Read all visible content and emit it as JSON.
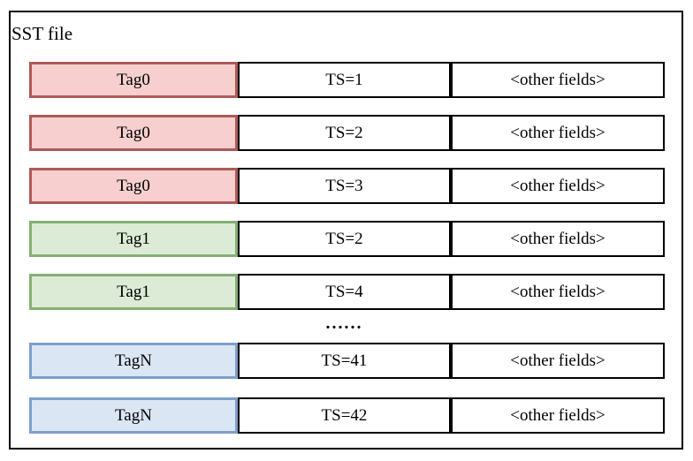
{
  "diagram": {
    "title": "SST file",
    "ellipsis": "......",
    "colors": {
      "outer_border": "#000000",
      "plain_cell_border": "#000000",
      "plain_cell_fill": "#ffffff",
      "tag0_fill": "#f6cfce",
      "tag0_border": "#ae5a57",
      "tag1_fill": "#dcebd5",
      "tag1_border": "#86af74",
      "tagN_fill": "#dbe6f5",
      "tagN_border": "#7e9ecb"
    },
    "rows": [
      {
        "tag": "Tag0",
        "ts": "TS=1",
        "other": "<other fields>",
        "variant": "red",
        "tag_bg": "#f6cfce",
        "tag_border": "#ae5a57"
      },
      {
        "tag": "Tag0",
        "ts": "TS=2",
        "other": "<other fields>",
        "variant": "red",
        "tag_bg": "#f6cfce",
        "tag_border": "#ae5a57"
      },
      {
        "tag": "Tag0",
        "ts": "TS=3",
        "other": "<other fields>",
        "variant": "red",
        "tag_bg": "#f6cfce",
        "tag_border": "#ae5a57"
      },
      {
        "tag": "Tag1",
        "ts": "TS=2",
        "other": "<other fields>",
        "variant": "green",
        "tag_bg": "#dcebd5",
        "tag_border": "#86af74"
      },
      {
        "tag": "Tag1",
        "ts": "TS=4",
        "other": "<other fields>",
        "variant": "green",
        "tag_bg": "#dcebd5",
        "tag_border": "#86af74"
      },
      {
        "tag": "TagN",
        "ts": "TS=41",
        "other": "<other fields>",
        "variant": "blue",
        "tag_bg": "#dbe6f5",
        "tag_border": "#7e9ecb"
      },
      {
        "tag": "TagN",
        "ts": "TS=42",
        "other": "<other fields>",
        "variant": "blue",
        "tag_bg": "#dbe6f5",
        "tag_border": "#7e9ecb"
      }
    ]
  }
}
